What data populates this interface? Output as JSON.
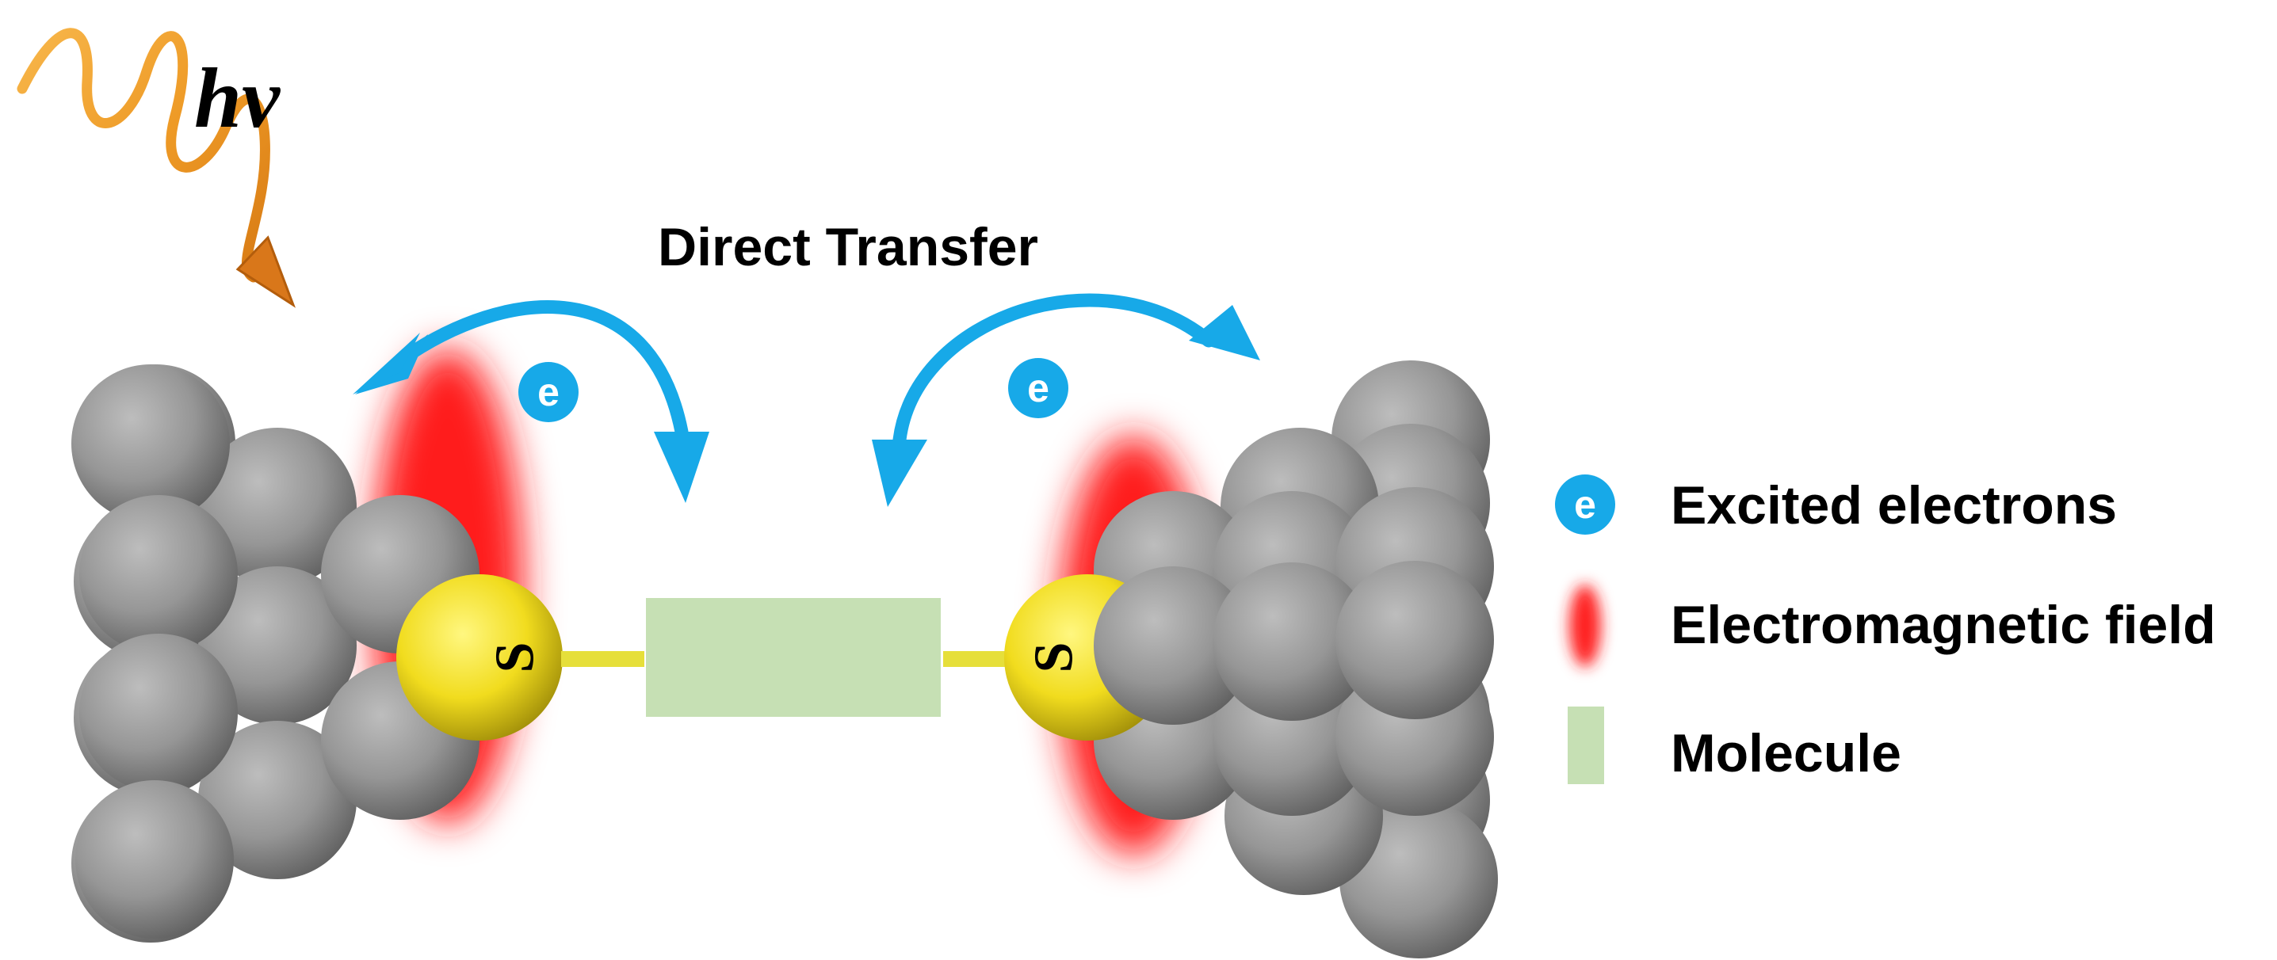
{
  "photon": {
    "label": "hv",
    "wave_color": "#f0a030",
    "arrow_color": "#d9771a"
  },
  "title": "Direct Transfer",
  "electron_symbol": "e",
  "sulfur_symbol": "S",
  "colors": {
    "electron": "#17a9e8",
    "arrow": "#17a9e8",
    "atom": "#8f8f8f",
    "sulfur": "#f5e22a",
    "field": "#ff2020",
    "molecule": "#c6e0b4",
    "linker": "#e6df3a"
  },
  "legend": {
    "items": [
      {
        "icon": "electron-icon",
        "label": "Excited electrons"
      },
      {
        "icon": "field-icon",
        "label": "Electromagnetic field"
      },
      {
        "icon": "molecule-icon",
        "label": "Molecule"
      }
    ]
  }
}
